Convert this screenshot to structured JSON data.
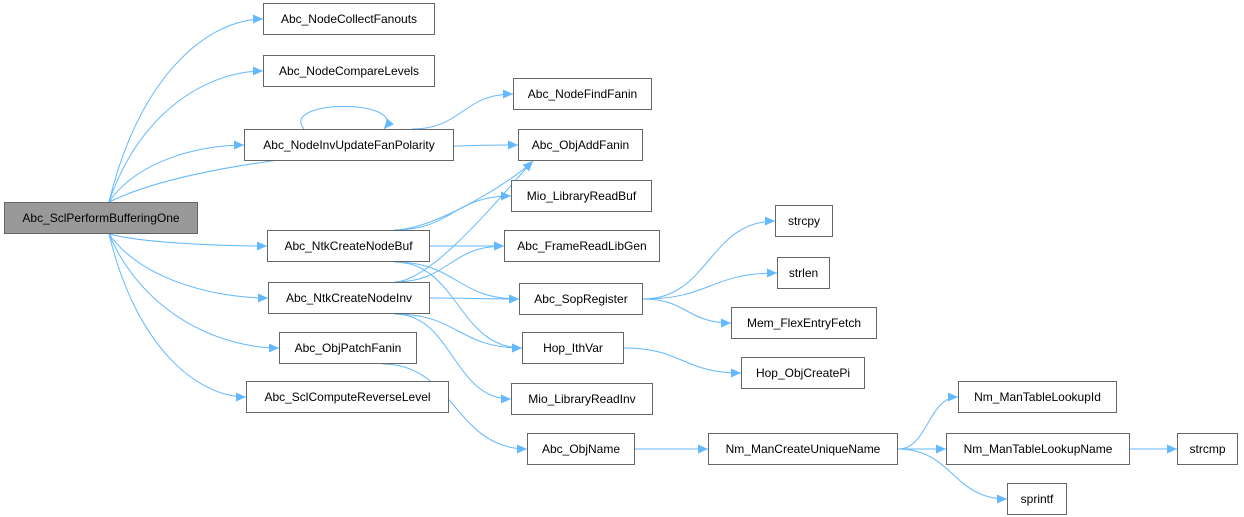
{
  "graph": {
    "root": "Abc_SclPerformBufferingOne",
    "nodes": {
      "root": "Abc_SclPerformBufferingOne",
      "collect_fanouts": "Abc_NodeCollectFanouts",
      "compare_levels": "Abc_NodeCompareLevels",
      "inv_update": "Abc_NodeInvUpdateFanPolarity",
      "find_fanin": "Abc_NodeFindFanin",
      "obj_add_fanin": "Abc_ObjAddFanin",
      "mio_read_buf": "Mio_LibraryReadBuf",
      "ntk_create_buf": "Abc_NtkCreateNodeBuf",
      "frame_read_lib": "Abc_FrameReadLibGen",
      "ntk_create_inv": "Abc_NtkCreateNodeInv",
      "sop_register": "Abc_SopRegister",
      "strcpy": "strcpy",
      "strlen": "strlen",
      "mem_flex": "Mem_FlexEntryFetch",
      "hop_ithvar": "Hop_IthVar",
      "hop_createpi": "Hop_ObjCreatePi",
      "obj_patch": "Abc_ObjPatchFanin",
      "mio_read_inv": "Mio_LibraryReadInv",
      "compute_rev": "Abc_SclComputeReverseLevel",
      "obj_name": "Abc_ObjName",
      "nm_unique": "Nm_ManCreateUniqueName",
      "nm_lookup_id": "Nm_ManTableLookupId",
      "nm_lookup_name": "Nm_ManTableLookupName",
      "strcmp": "strcmp",
      "sprintf": "sprintf"
    },
    "edges": [
      [
        "root",
        "collect_fanouts"
      ],
      [
        "root",
        "compare_levels"
      ],
      [
        "root",
        "inv_update"
      ],
      [
        "root",
        "obj_add_fanin"
      ],
      [
        "root",
        "ntk_create_buf"
      ],
      [
        "root",
        "ntk_create_inv"
      ],
      [
        "root",
        "obj_patch"
      ],
      [
        "root",
        "compute_rev"
      ],
      [
        "inv_update",
        "inv_update"
      ],
      [
        "inv_update",
        "find_fanin"
      ],
      [
        "ntk_create_buf",
        "obj_add_fanin"
      ],
      [
        "ntk_create_buf",
        "mio_read_buf"
      ],
      [
        "ntk_create_buf",
        "frame_read_lib"
      ],
      [
        "ntk_create_buf",
        "sop_register"
      ],
      [
        "ntk_create_buf",
        "hop_ithvar"
      ],
      [
        "ntk_create_inv",
        "obj_add_fanin"
      ],
      [
        "ntk_create_inv",
        "frame_read_lib"
      ],
      [
        "ntk_create_inv",
        "sop_register"
      ],
      [
        "ntk_create_inv",
        "hop_ithvar"
      ],
      [
        "ntk_create_inv",
        "mio_read_inv"
      ],
      [
        "sop_register",
        "strcpy"
      ],
      [
        "sop_register",
        "strlen"
      ],
      [
        "sop_register",
        "mem_flex"
      ],
      [
        "hop_ithvar",
        "hop_createpi"
      ],
      [
        "obj_patch",
        "obj_name"
      ],
      [
        "obj_name",
        "nm_unique"
      ],
      [
        "nm_unique",
        "nm_lookup_id"
      ],
      [
        "nm_unique",
        "nm_lookup_name"
      ],
      [
        "nm_unique",
        "sprintf"
      ],
      [
        "nm_lookup_name",
        "strcmp"
      ]
    ],
    "colors": {
      "edge": "#63b8ff",
      "node_border": "#666666",
      "root_fill": "#999999"
    }
  }
}
